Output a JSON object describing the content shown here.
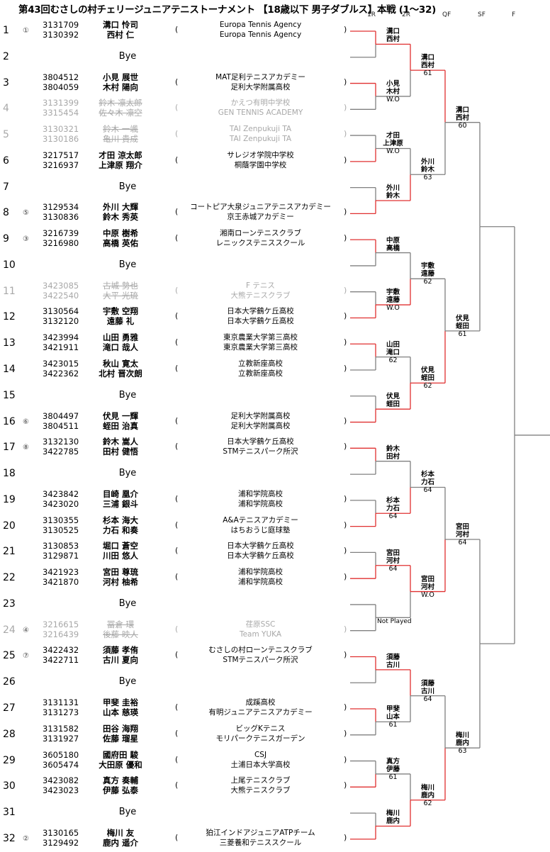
{
  "title": "第43回むさしの村チェリージュニアテニストーナメント 【18歳以下 男子ダブルス】本戦 (1～32)",
  "round_headers": [
    "1R",
    "2R",
    "QF",
    "SF",
    "F"
  ],
  "colors": {
    "winner_line": "#e03030",
    "line": "#808080",
    "withdrawn_text": "#a8a8a8"
  },
  "entries": [
    {
      "no": "1",
      "seed": "①",
      "ids": [
        "3131709",
        "3130392"
      ],
      "names": [
        "溝口 怜司",
        "西村 仁"
      ],
      "clubs": [
        "Europa Tennis Agency",
        "Europa Tennis Agency"
      ],
      "status": "normal"
    },
    {
      "no": "2",
      "bye": "Bye",
      "status": "bye"
    },
    {
      "no": "3",
      "seed": "",
      "ids": [
        "3804512",
        "3804059"
      ],
      "names": [
        "小見 展世",
        "木村 陽向"
      ],
      "clubs": [
        "MAT足利テニスアカデミー",
        "足利大学附属高校"
      ],
      "status": "normal"
    },
    {
      "no": "4",
      "seed": "",
      "ids": [
        "3131399",
        "3315454"
      ],
      "names": [
        "鈴木 凛太郎",
        "佐々木 凛空"
      ],
      "clubs": [
        "かえつ有明中学校",
        "GEN TENNIS ACADEMY"
      ],
      "status": "withdrawn"
    },
    {
      "no": "5",
      "seed": "",
      "ids": [
        "3130321",
        "3130186"
      ],
      "names": [
        "鈴木 一颯",
        "亀川 貴成"
      ],
      "clubs": [
        "TAI Zenpukuji TA",
        "TAI Zenpukuji TA"
      ],
      "status": "withdrawn"
    },
    {
      "no": "6",
      "seed": "",
      "ids": [
        "3217517",
        "3216937"
      ],
      "names": [
        "才田 涼太郎",
        "上津原 翔介"
      ],
      "clubs": [
        "サレジオ学院中学校",
        "桐蔭学園中学校"
      ],
      "status": "normal"
    },
    {
      "no": "7",
      "bye": "Bye",
      "status": "bye"
    },
    {
      "no": "8",
      "seed": "⑤",
      "ids": [
        "3129534",
        "3130836"
      ],
      "names": [
        "外川 大輝",
        "鈴木 秀英"
      ],
      "clubs": [
        "コートピア大泉ジュニアテニスアカデミー",
        "京王赤城アカデミー"
      ],
      "status": "normal"
    },
    {
      "no": "9",
      "seed": "③",
      "ids": [
        "3216739",
        "3216980"
      ],
      "names": [
        "中原 樹希",
        "高橋 英佑"
      ],
      "clubs": [
        "湘南ローンテニスクラブ",
        "レニックステニススクール"
      ],
      "status": "normal"
    },
    {
      "no": "10",
      "bye": "Bye",
      "status": "bye"
    },
    {
      "no": "11",
      "seed": "",
      "ids": [
        "3423085",
        "3422540"
      ],
      "names": [
        "古城 勢也",
        "大平 光琉"
      ],
      "clubs": [
        "F テニス",
        "大熊テニスクラブ"
      ],
      "status": "withdrawn"
    },
    {
      "no": "12",
      "seed": "",
      "ids": [
        "3130564",
        "3132120"
      ],
      "names": [
        "宇敷 空翔",
        "遠藤 礼"
      ],
      "clubs": [
        "日本大学鶴ケ丘高校",
        "日本大学鶴ケ丘高校"
      ],
      "status": "normal"
    },
    {
      "no": "13",
      "seed": "",
      "ids": [
        "3423994",
        "3421911"
      ],
      "names": [
        "山田 勇雅",
        "滝口 哉人"
      ],
      "clubs": [
        "東京農業大学第三高校",
        "東京農業大学第三高校"
      ],
      "status": "normal"
    },
    {
      "no": "14",
      "seed": "",
      "ids": [
        "3423015",
        "3422362"
      ],
      "names": [
        "秋山 寛太",
        "北村 晋次朗"
      ],
      "clubs": [
        "立教新座高校",
        "立教新座高校"
      ],
      "status": "normal"
    },
    {
      "no": "15",
      "bye": "Bye",
      "status": "bye"
    },
    {
      "no": "16",
      "seed": "⑥",
      "ids": [
        "3804497",
        "3804511"
      ],
      "names": [
        "伏見 一輝",
        "蛭田 治真"
      ],
      "clubs": [
        "足利大学附属高校",
        "足利大学附属高校"
      ],
      "status": "normal"
    },
    {
      "no": "17",
      "seed": "⑧",
      "ids": [
        "3132130",
        "3422785"
      ],
      "names": [
        "鈴木 嵩人",
        "田村 健悟"
      ],
      "clubs": [
        "日本大学鶴ケ丘高校",
        "STMテニスパーク所沢"
      ],
      "status": "normal"
    },
    {
      "no": "18",
      "bye": "Bye",
      "status": "bye"
    },
    {
      "no": "19",
      "seed": "",
      "ids": [
        "3423842",
        "3423020"
      ],
      "names": [
        "目崎 凰介",
        "三浦 銀斗"
      ],
      "clubs": [
        "浦和学院高校",
        "浦和学院高校"
      ],
      "status": "normal"
    },
    {
      "no": "20",
      "seed": "",
      "ids": [
        "3130355",
        "3130525"
      ],
      "names": [
        "杉本 海大",
        "力石 和奏"
      ],
      "clubs": [
        "A&Aテニスアカデミー",
        "はちおうじ庭球塾"
      ],
      "status": "normal"
    },
    {
      "no": "21",
      "seed": "",
      "ids": [
        "3130853",
        "3129871"
      ],
      "names": [
        "堀口 蒼空",
        "川田 悠人"
      ],
      "clubs": [
        "日本大学鶴ケ丘高校",
        "日本大学鶴ケ丘高校"
      ],
      "status": "normal"
    },
    {
      "no": "22",
      "seed": "",
      "ids": [
        "3421923",
        "3421870"
      ],
      "names": [
        "宮田 尊琉",
        "河村 柚希"
      ],
      "clubs": [
        "浦和学院高校",
        "浦和学院高校"
      ],
      "status": "normal"
    },
    {
      "no": "23",
      "bye": "Bye",
      "status": "bye"
    },
    {
      "no": "24",
      "seed": "④",
      "ids": [
        "3216615",
        "3216439"
      ],
      "names": [
        "冨倉 環",
        "後藤 映人"
      ],
      "clubs": [
        "荏原SSC",
        "Team YUKA"
      ],
      "status": "withdrawn"
    },
    {
      "no": "25",
      "seed": "⑦",
      "ids": [
        "3422432",
        "3422711"
      ],
      "names": [
        "須藤 孝侑",
        "古川 夏向"
      ],
      "clubs": [
        "むさしの村ローンテニスクラブ",
        "STMテニスパーク所沢"
      ],
      "status": "normal"
    },
    {
      "no": "26",
      "bye": "Bye",
      "status": "bye"
    },
    {
      "no": "27",
      "seed": "",
      "ids": [
        "3131131",
        "3131273"
      ],
      "names": [
        "甲斐 圭裕",
        "山本 慈瑛"
      ],
      "clubs": [
        "成蹊高校",
        "有明ジュニアテニスアカデミー"
      ],
      "status": "normal"
    },
    {
      "no": "28",
      "seed": "",
      "ids": [
        "3131582",
        "3131927"
      ],
      "names": [
        "田谷 海翔",
        "佐藤 瑠星"
      ],
      "clubs": [
        "ビッグKテニス",
        "モリパークテニスガーデン"
      ],
      "status": "normal"
    },
    {
      "no": "29",
      "seed": "",
      "ids": [
        "3605180",
        "3605474"
      ],
      "names": [
        "國府田 駿",
        "大田原 優和"
      ],
      "clubs": [
        "CSJ",
        "土浦日本大学高校"
      ],
      "status": "normal"
    },
    {
      "no": "30",
      "seed": "",
      "ids": [
        "3423082",
        "3423023"
      ],
      "names": [
        "真方 奏輔",
        "伊藤 弘泰"
      ],
      "clubs": [
        "上尾テニスクラブ",
        "大熊テニスクラブ"
      ],
      "status": "normal"
    },
    {
      "no": "31",
      "bye": "Bye",
      "status": "bye"
    },
    {
      "no": "32",
      "seed": "②",
      "ids": [
        "3130165",
        "3129492"
      ],
      "names": [
        "梅川 友",
        "鹿内 遥介"
      ],
      "clubs": [
        "狛江インドアジュニアATPチーム",
        "三菱養和テニススクール"
      ],
      "status": "normal"
    }
  ],
  "rounds": {
    "r1": [
      {
        "winner": 0,
        "names": [
          "溝口",
          "西村"
        ],
        "score": ""
      },
      {
        "winner": 0,
        "names": [
          "小見",
          "木村"
        ],
        "score": "W.O"
      },
      {
        "winner": 1,
        "names": [
          "才田",
          "上津原"
        ],
        "score": "W.O"
      },
      {
        "winner": 1,
        "names": [
          "外川",
          "鈴木"
        ],
        "score": ""
      },
      {
        "winner": 0,
        "names": [
          "中原",
          "高橋"
        ],
        "score": ""
      },
      {
        "winner": 1,
        "names": [
          "宇敷",
          "遠藤"
        ],
        "score": "W.O"
      },
      {
        "winner": 0,
        "names": [
          "山田",
          "滝口"
        ],
        "score": "62"
      },
      {
        "winner": 1,
        "names": [
          "伏見",
          "蛭田"
        ],
        "score": ""
      },
      {
        "winner": 0,
        "names": [
          "鈴木",
          "田村"
        ],
        "score": ""
      },
      {
        "winner": 1,
        "names": [
          "杉本",
          "力石"
        ],
        "score": "64"
      },
      {
        "winner": 1,
        "names": [
          "宮田",
          "河村"
        ],
        "score": "64"
      },
      {
        "winner": -1,
        "names": [],
        "score": "Not Played"
      },
      {
        "winner": 0,
        "names": [
          "須藤",
          "古川"
        ],
        "score": ""
      },
      {
        "winner": 0,
        "names": [
          "甲斐",
          "山本"
        ],
        "score": "61"
      },
      {
        "winner": 1,
        "names": [
          "真方",
          "伊藤"
        ],
        "score": "61"
      },
      {
        "winner": 1,
        "names": [
          "梅川",
          "鹿内"
        ],
        "score": ""
      }
    ],
    "r2": [
      {
        "winner": 0,
        "names": [
          "溝口",
          "西村"
        ],
        "score": "61"
      },
      {
        "winner": 1,
        "names": [
          "外川",
          "鈴木"
        ],
        "score": "63"
      },
      {
        "winner": 1,
        "names": [
          "宇敷",
          "遠藤"
        ],
        "score": "62"
      },
      {
        "winner": 1,
        "names": [
          "伏見",
          "蛭田"
        ],
        "score": "62"
      },
      {
        "winner": 1,
        "names": [
          "杉本",
          "力石"
        ],
        "score": "64"
      },
      {
        "winner": 0,
        "names": [
          "宮田",
          "河村"
        ],
        "score": "W.O"
      },
      {
        "winner": 0,
        "names": [
          "須藤",
          "古川"
        ],
        "score": "64"
      },
      {
        "winner": 1,
        "names": [
          "梅川",
          "鹿内"
        ],
        "score": "62"
      }
    ],
    "qf": [
      {
        "winner": 0,
        "names": [
          "溝口",
          "西村"
        ],
        "score": "60"
      },
      {
        "winner": 1,
        "names": [
          "伏見",
          "蛭田"
        ],
        "score": "61"
      },
      {
        "winner": 1,
        "names": [
          "宮田",
          "河村"
        ],
        "score": "64"
      },
      {
        "winner": 1,
        "names": [
          "梅川",
          "鹿内"
        ],
        "score": "63"
      }
    ],
    "sf": [
      {
        "winner": -1,
        "names": [],
        "score": ""
      },
      {
        "winner": -1,
        "names": [],
        "score": ""
      }
    ],
    "f": [
      {
        "winner": -1,
        "names": [],
        "score": ""
      }
    ]
  }
}
